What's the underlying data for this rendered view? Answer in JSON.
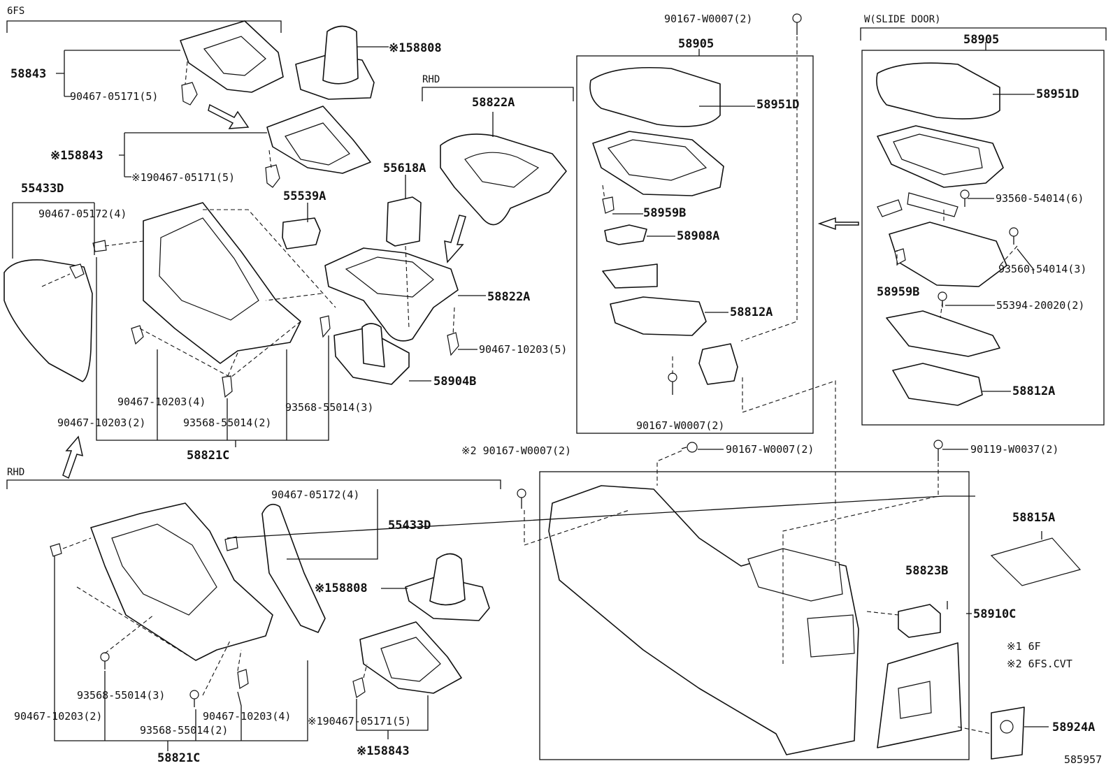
{
  "sections": {
    "top_6fs": "6FS",
    "rhd_cup": "RHD",
    "rhd_bottom": "RHD",
    "slide_door": "W(SLIDE DOOR)"
  },
  "labels": {
    "p58843_a": "58843",
    "p90467_05171_a": "90467-05171(5)",
    "p58808_a": "※158808",
    "p58843_b": "※158843",
    "p90467_05171_b": "※190467-05171(5)",
    "p55433d_a": "55433D",
    "p90467_05172_a": "90467-05172(4)",
    "p55539a": "55539A",
    "p58822a_top": "58822A",
    "p55618a": "55618A",
    "p58822a_mid": "58822A",
    "p90467_10203_a": "90467-10203(5)",
    "p58904b": "58904B",
    "p90467_10203_b": "90467-10203(4)",
    "p93568_55014_a": "93568-55014(3)",
    "p90467_10203_c": "90467-10203(2)",
    "p93568_55014_b": "93568-55014(2)",
    "p58821c_a": "58821C",
    "p90167_w0007_top": "90167-W0007(2)",
    "p58905_a": "58905",
    "p58951d_a": "58951D",
    "p58959b_a": "58959B",
    "p58908a": "58908A",
    "p58812a_a": "58812A",
    "p90167_w0007_box": "90167-W0007(2)",
    "p58905_b": "58905",
    "p58951d_b": "58951D",
    "p93560_54014_a": "93560-54014(6)",
    "p93560_54014_b": "93560-54014(3)",
    "p58959b_b": "58959B",
    "p55394_20020": "55394-20020(2)",
    "p58812a_b": "58812A",
    "p90167_w0007_star2": "※2 90167-W0007(2)",
    "p90167_w0007_mid": "90167-W0007(2)",
    "p90119_w0037": "90119-W0037(2)",
    "p90467_05172_b": "90467-05172(4)",
    "p55433d_b": "55433D",
    "p58808_b": "※158808",
    "p58815a": "58815A",
    "p58823b": "58823B",
    "p58910c": "58910C",
    "p93568_55014_c": "93568-55014(3)",
    "p90467_10203_d": "90467-10203(2)",
    "p90467_10203_e": "90467-10203(4)",
    "p93568_55014_d": "93568-55014(2)",
    "p90467_05171_c": "※190467-05171(5)",
    "p58821c_b": "58821C",
    "p58843_c": "※158843",
    "p58924a": "58924A"
  },
  "notes": {
    "note1": "※1 6F",
    "note2": "※2 6FS.CVT"
  },
  "diagram_id": "585957"
}
